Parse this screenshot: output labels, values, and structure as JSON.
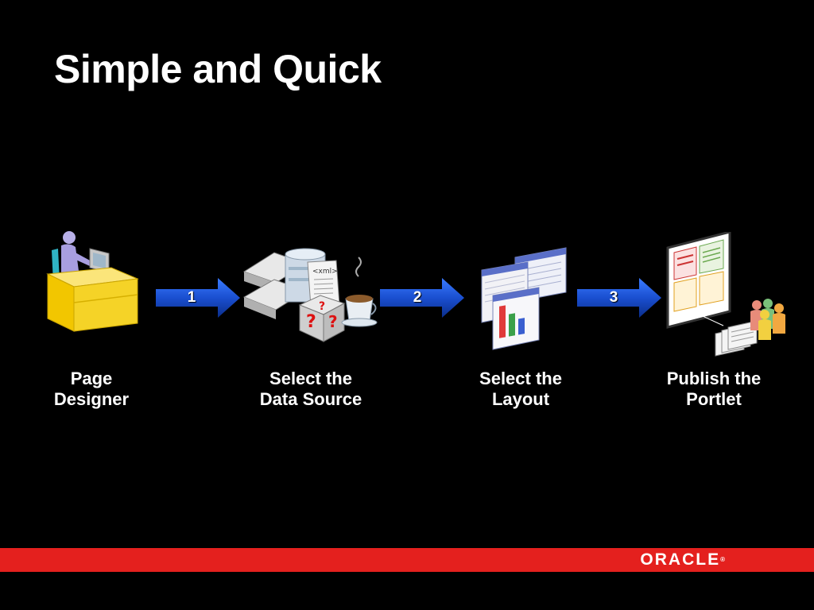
{
  "slide": {
    "title": "Simple and Quick"
  },
  "steps": [
    {
      "line1": "Page",
      "line2": "Designer"
    },
    {
      "line1": "Select the",
      "line2": "Data Source"
    },
    {
      "line1": "Select the",
      "line2": "Layout"
    },
    {
      "line1": "Publish the",
      "line2": "Portlet"
    }
  ],
  "arrows": [
    {
      "number": "1"
    },
    {
      "number": "2"
    },
    {
      "number": "3"
    }
  ],
  "illustrations": {
    "xml_tag": "<xml>"
  },
  "footer": {
    "logo_text": "ORACLE",
    "logo_mark": "®",
    "bar_color": "#e4201e"
  },
  "colors": {
    "background": "#000000",
    "arrow": "#1a4fd0",
    "desk": "#f5d327"
  }
}
